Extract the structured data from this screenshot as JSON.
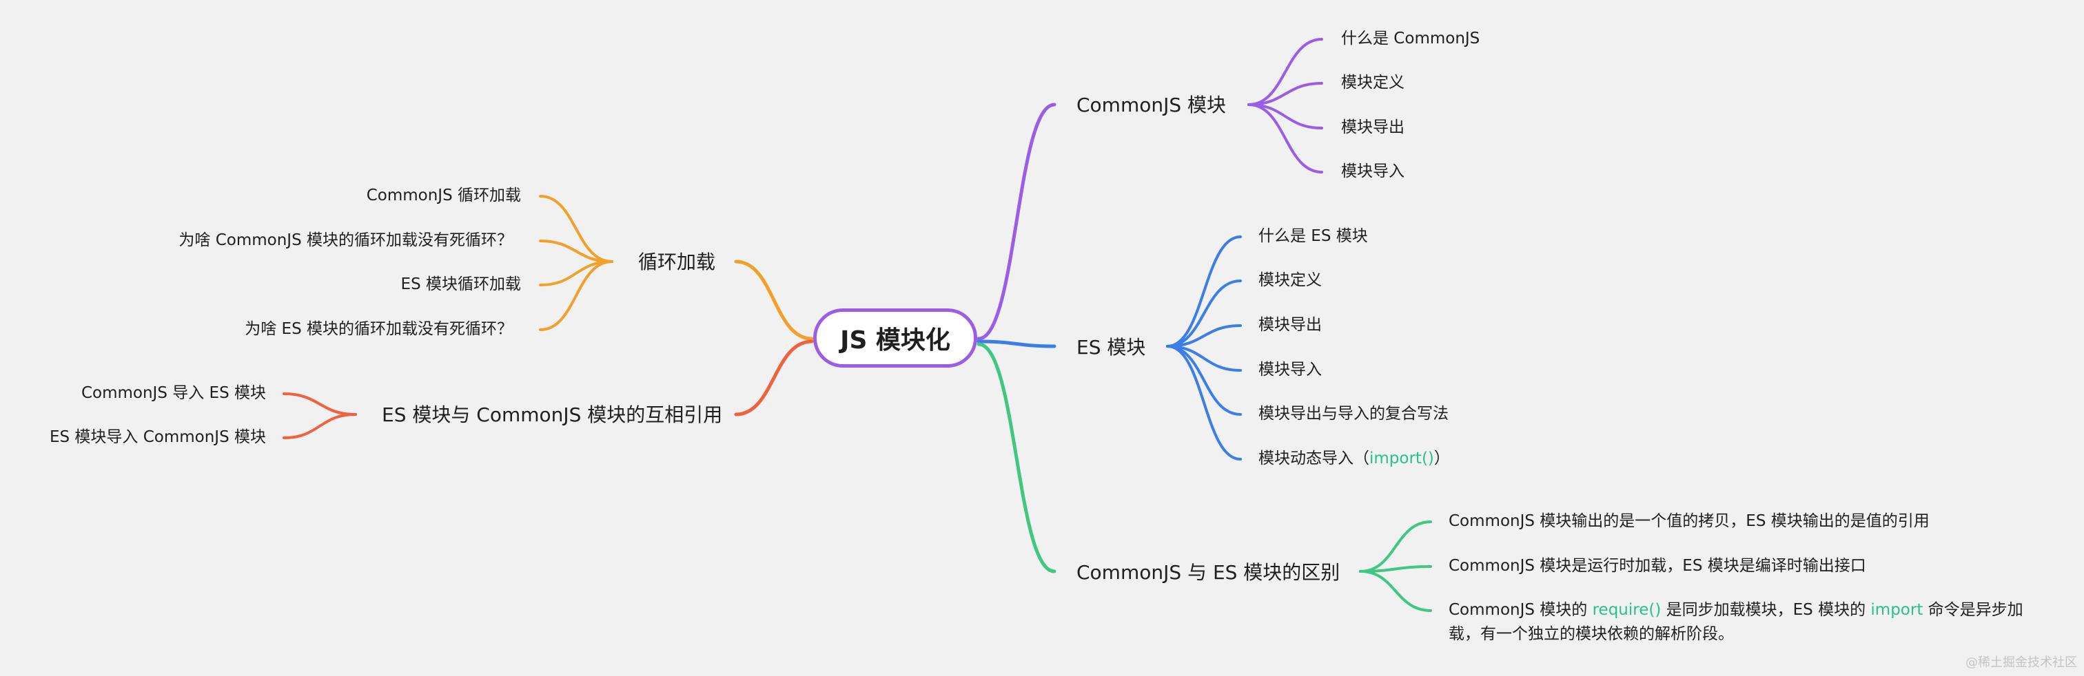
{
  "root": "JS 模块化",
  "colors": {
    "purple": "#9b5de5",
    "blue": "#3c7ee8",
    "green": "#3ec882",
    "orange": "#f1a02a",
    "red": "#f0613d",
    "highlight": "#27c28c"
  },
  "branches": {
    "commonjs": {
      "label": "CommonJS 模块",
      "children": [
        "什么是 CommonJS",
        "模块定义",
        "模块导出",
        "模块导入"
      ]
    },
    "es": {
      "label": "ES 模块",
      "children": [
        "什么是 ES 模块",
        "模块定义",
        "模块导出",
        "模块导入",
        "模块导出与导入的复合写法"
      ],
      "dynamic": {
        "prefix": "模块动态导入（",
        "code": "import()",
        "suffix": "）"
      }
    },
    "diff": {
      "label": "CommonJS 与 ES 模块的区别",
      "children": [
        "CommonJS 模块输出的是一个值的拷贝，ES 模块输出的是值的引用",
        "CommonJS 模块是运行时加载，ES 模块是编译时输出接口"
      ],
      "third": {
        "p1": "CommonJS 模块的 ",
        "code1": "require()",
        "p2": " 是同步加载模块，ES 模块的 ",
        "code2": "import",
        "p3": " 命令是异步加",
        "line2": "载，有一个独立的模块依赖的解析阶段。"
      }
    },
    "cycle": {
      "label": "循环加载",
      "children": [
        "CommonJS 循环加载",
        "为啥 CommonJS 模块的循环加载没有死循环？",
        "ES 模块循环加载",
        "为啥 ES 模块的循环加载没有死循环？"
      ]
    },
    "mutual": {
      "label": "ES 模块与 CommonJS 模块的互相引用",
      "children": [
        "CommonJS 导入 ES 模块",
        "ES 模块导入 CommonJS 模块"
      ]
    }
  },
  "watermark": "@稀土掘金技术社区"
}
